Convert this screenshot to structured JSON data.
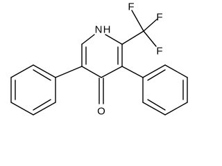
{
  "structure": {
    "atoms": {
      "nitrogen": "N",
      "hydrogen": "H",
      "oxygen": "O",
      "fluorine_1": "F",
      "fluorine_2": "F",
      "fluorine_3": "F"
    },
    "colors": {
      "bond": "#000000",
      "text": "#000000",
      "background": "#ffffff"
    }
  }
}
